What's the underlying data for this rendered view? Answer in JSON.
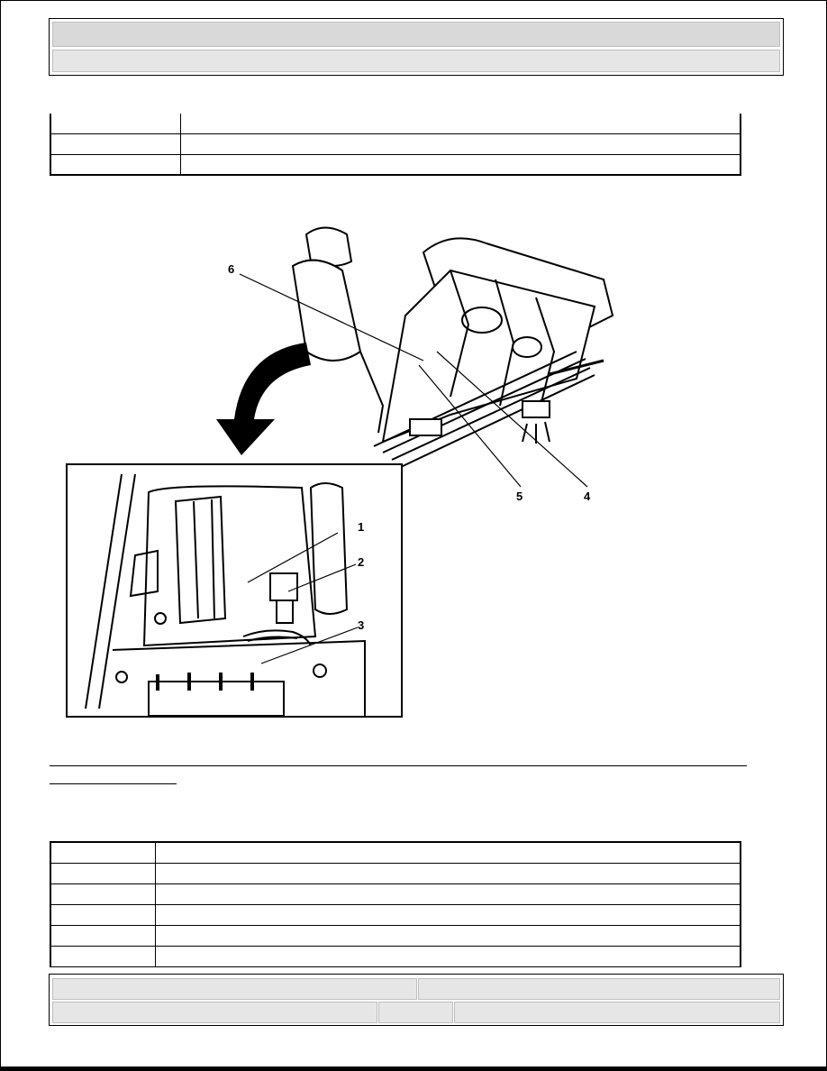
{
  "callouts": {
    "c1": "1",
    "c2": "2",
    "c3": "3",
    "c4": "4",
    "c5": "5",
    "c6": "6"
  },
  "table_top": {
    "rows": [
      [
        "",
        ""
      ],
      [
        "",
        ""
      ],
      [
        "",
        ""
      ]
    ]
  },
  "table_bottom": {
    "rows": [
      [
        "",
        ""
      ],
      [
        "",
        ""
      ],
      [
        "",
        ""
      ],
      [
        "",
        ""
      ],
      [
        "",
        ""
      ],
      [
        "",
        ""
      ]
    ]
  }
}
